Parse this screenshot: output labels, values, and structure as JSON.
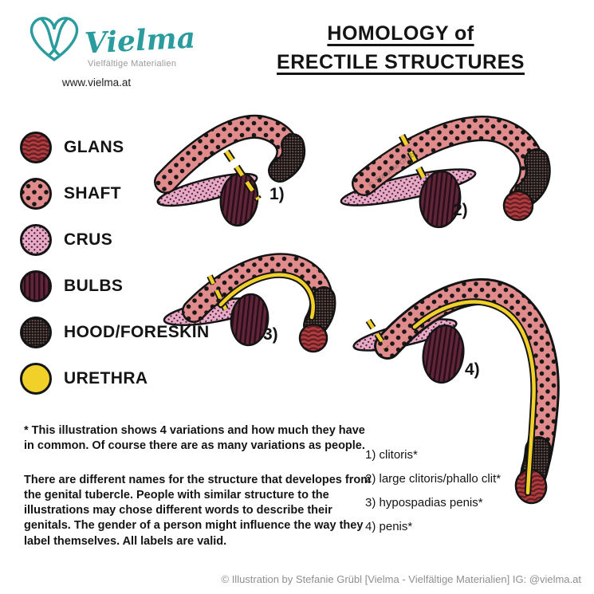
{
  "brand": {
    "wordmark": "Vielma",
    "subtitle": "Vielfältige Materialien",
    "url": "www.vielma.at"
  },
  "title": {
    "line1": "HOMOLOGY of",
    "line2": "ERECTILE STRUCTURES"
  },
  "legend": {
    "items": [
      {
        "label": "GLANS",
        "swatch": "glans-pattern"
      },
      {
        "label": "SHAFT",
        "swatch": "shaft-pattern"
      },
      {
        "label": "CRUS",
        "swatch": "crus-pattern"
      },
      {
        "label": "BULBS",
        "swatch": "bulbs-pattern"
      },
      {
        "label": "HOOD/FORESKIN",
        "swatch": "hood-pattern"
      },
      {
        "label": "URETHRA",
        "swatch": "urethra-solid"
      }
    ]
  },
  "figures": [
    {
      "number": "1)"
    },
    {
      "number": "2)"
    },
    {
      "number": "3)"
    },
    {
      "number": "4)"
    }
  ],
  "watermark": "© Stefanie Grübl",
  "notes": {
    "p1": "* This illustration shows 4 variations and how much they have in common. Of course there are as many variations as people.",
    "p2": "There are different names for the structure that developes from the genital tubercle. People with similar structure to the illustrations may chose different words to describe their genitals. The gender of a person might influence the way they label themselves. All labels are valid."
  },
  "labels": [
    "1) clitoris*",
    "2) large clitoris/phallo clit*",
    "3) hypospadias penis*",
    "4) penis*"
  ],
  "footer": "© Illustration by Stefanie Grübl [Vielma - Vielfältige Materialien] IG: @vielma.at",
  "colors": {
    "teal": "#2a9c9e",
    "shaft_pink": "#e28b8c",
    "crus_pink": "#e7a9c6",
    "bulb_maroon": "#5e2637",
    "glans_red": "#ad3d3e",
    "hood_brown": "#6e5353",
    "urethra_yellow": "#f2d02a",
    "ink": "#141414"
  }
}
